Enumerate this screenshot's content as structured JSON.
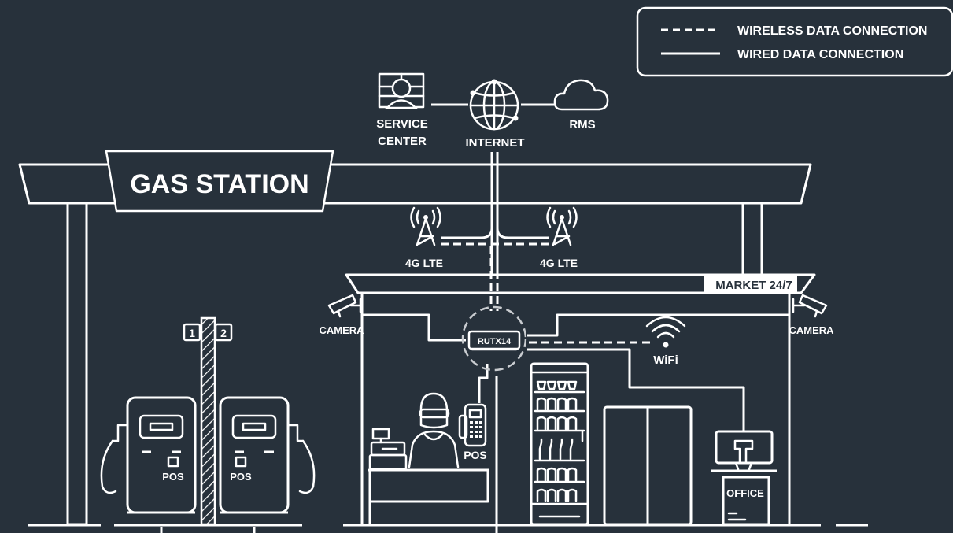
{
  "legend": {
    "wireless": "WIRELESS DATA CONNECTION",
    "wired": "WIRED DATA CONNECTION"
  },
  "nodes": {
    "service_center_line1": "SERVICE",
    "service_center_line2": "CENTER",
    "internet": "INTERNET",
    "rms": "RMS",
    "lte_left": "4G LTE",
    "lte_right": "4G LTE",
    "router": "RUTX14",
    "wifi": "WiFi",
    "camera_left": "CAMERA",
    "camera_right": "CAMERA",
    "pos_counter": "POS",
    "pos_pump_left": "POS",
    "pos_pump_right": "POS",
    "office": "OFFICE"
  },
  "signs": {
    "gas_station": "GAS STATION",
    "market": "MARKET 24/7"
  },
  "pump_numbers": [
    "1",
    "2"
  ],
  "colors": {
    "background": "#27313b",
    "line": "#ffffff"
  }
}
